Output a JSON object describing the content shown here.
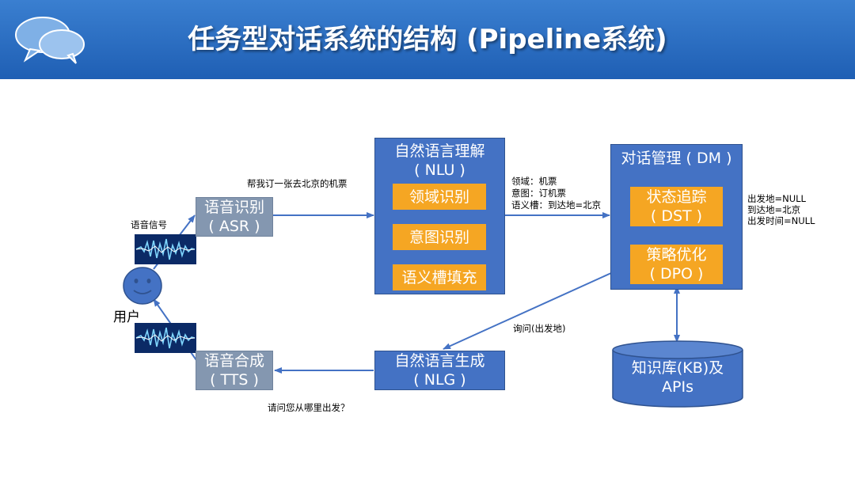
{
  "header": {
    "title": "任务型对话系统的结构 (Pipeline系统)"
  },
  "colors": {
    "header": "#2a6cc2",
    "module": "#4472c4",
    "submodule": "#f5a623",
    "speech": "#8497b0",
    "line": "#4472c4"
  },
  "user": {
    "label": "用户"
  },
  "asr": {
    "line1": "语音识别",
    "line2": "( ASR )"
  },
  "tts": {
    "line1": "语音合成",
    "line2": "( TTS )"
  },
  "nlu": {
    "line1": "自然语言理解",
    "line2": "( NLU )",
    "steps": [
      "领域识别",
      "意图识别",
      "语义槽填充"
    ]
  },
  "dm": {
    "title": "对话管理 ( DM )",
    "dst": {
      "line1": "状态追踪",
      "line2": "( DST )"
    },
    "dpo": {
      "line1": "策略优化",
      "line2": "( DPO )"
    }
  },
  "nlg": {
    "line1": "自然语言生成",
    "line2": "( NLG )"
  },
  "kb": {
    "line1": "知识库(KB)及",
    "line2": "APIs"
  },
  "labels": {
    "speech_signal": "语音信号",
    "user_utterance": "帮我订一张去北京的机票",
    "nlu_output": [
      "领域：机票",
      "意图：订机票",
      "语义槽：到达地=北京"
    ],
    "dm_state": [
      "出发地=NULL",
      "到达地=北京",
      "出发时间=NULL"
    ],
    "dm_action": "询问(出发地)",
    "system_reply": "请问您从哪里出发？"
  }
}
